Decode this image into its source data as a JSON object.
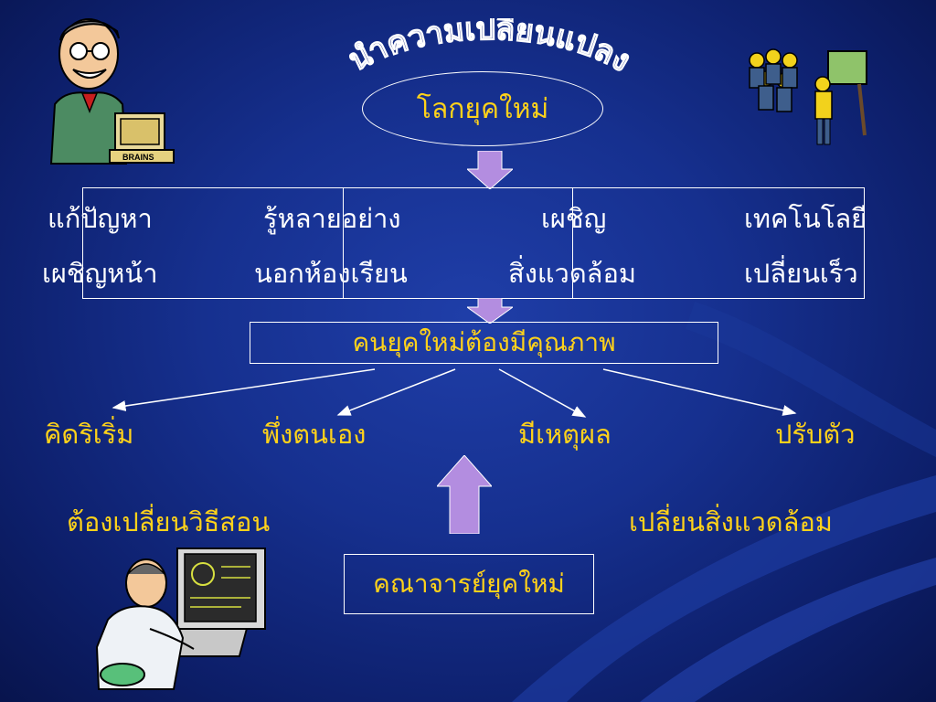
{
  "arc_title": "นำความเปลี่ยนแปลง",
  "oval_label": "โลกยุคใหม่",
  "top_row": [
    "แก้ปัญหา",
    "รู้หลายอย่าง",
    "เผชิญ",
    "เทคโนโลยี"
  ],
  "second_row": [
    "เผชิญหน้า",
    "นอกห้องเรียน",
    "สิ่งแวดล้อม",
    "เปลี่ยนเร็ว"
  ],
  "center_box": "คนยุคใหม่ต้องมีคุณภาพ",
  "qualities": [
    "คิดริเริ่ม",
    "พึ่งตนเอง",
    "มีเหตุผล",
    "ปรับตัว"
  ],
  "left_need": "ต้องเปลี่ยนวิธีสอน",
  "right_need": "เปลี่ยนสิ่งแวดล้อม",
  "bottom_box": "คณาจารย์ยุคใหม่",
  "clipart_label": "BRAINS",
  "colors": {
    "title_text": "#ffd21a",
    "body_text": "#ffffff",
    "arrow": "#b38de0",
    "background": "#16308f"
  }
}
